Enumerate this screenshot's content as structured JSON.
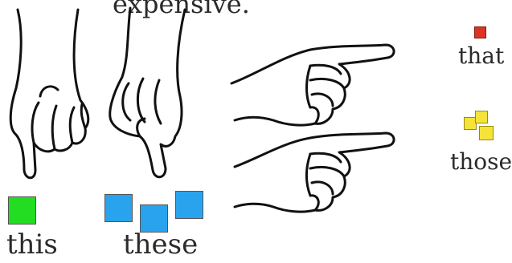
{
  "caption_partial": "expensive.",
  "labels": {
    "this": "this",
    "these": "these",
    "that": "that",
    "those": "those"
  },
  "colors": {
    "green": "#22dd22",
    "blue": "#2aa3ee",
    "red": "#dd3322",
    "yellow": "#f5e33a",
    "outline": "#111111"
  },
  "icons": [
    "hand-pointing-down-icon",
    "hand-pointing-right-icon"
  ]
}
